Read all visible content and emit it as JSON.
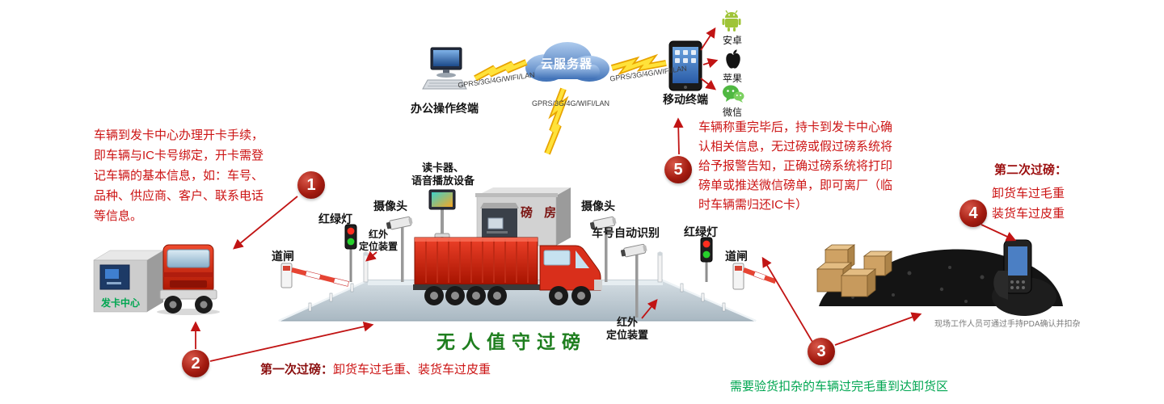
{
  "top": {
    "office_terminal_label": "办公操作终端",
    "cloud_label": "云服务器",
    "mobile_terminal_label": "移动终端",
    "gprs_left": "GPRS/3G/4G/WIFI/LAN",
    "gprs_down": "GPRS/3G/4G/WIFI/LAN",
    "gprs_right": "GPRS/3G/4G/WIFI/LAN",
    "apps": [
      {
        "label": "安卓"
      },
      {
        "label": "苹果"
      },
      {
        "label": "微信"
      }
    ]
  },
  "left_note": {
    "lines": [
      "车辆到发卡中心办理开卡手续，",
      "即车辆与IC卡号绑定，开卡需登",
      "记车辆的基本信息，如：车号、",
      "品种、供应商、客户、联系电话",
      "等信息。"
    ]
  },
  "right_note": {
    "lines": [
      "车辆称重完毕后，持卡到发卡中心确",
      "认相关信息，无过磅或假过磅系统将",
      "给予报警告知，正确过磅系统将打印",
      "磅单或推送微信磅单，即可离厂（临",
      "时车辆需归还IC卡）"
    ]
  },
  "steps": {
    "one": "1",
    "two": "2",
    "three": "3",
    "four": "4",
    "five": "5"
  },
  "scene": {
    "card_center": "发卡中心",
    "barrier_left": "道闸",
    "light_left": "红绿灯",
    "camera_left": "摄像头",
    "infrared_left_1": "红外",
    "infrared_left_2": "定位装置",
    "reader_1": "读卡器、",
    "reader_2": "语音播放设备",
    "weigh_house": "磅 房",
    "camera_right": "摄像头",
    "anpr": "车号自动识别",
    "light_right": "红绿灯",
    "barrier_right": "道闸",
    "infrared_right_1": "红外",
    "infrared_right_2": "定位装置",
    "headline": "无人值守过磅"
  },
  "captions": {
    "first_weigh_prefix": "第一次过磅：",
    "first_weigh_text": "卸货车过毛重、装货车过皮重",
    "second_weigh_title": "第二次过磅：",
    "second_weigh_l1": "卸货车过毛重",
    "second_weigh_l2": "装货车过皮重",
    "pda_note": "现场工作人员可通过手持PDA确认并扣杂",
    "unload_note": "需要验货扣杂的车辆过完毛重到达卸货区"
  },
  "colors": {
    "red_text": "#cc1414",
    "dark_red_step": "#8b0f0f",
    "green": "#00a651",
    "headline_green": "#1e7e1e",
    "cloud_blue": "#3e70b6",
    "lightning_yellow": "#ffe23a"
  }
}
